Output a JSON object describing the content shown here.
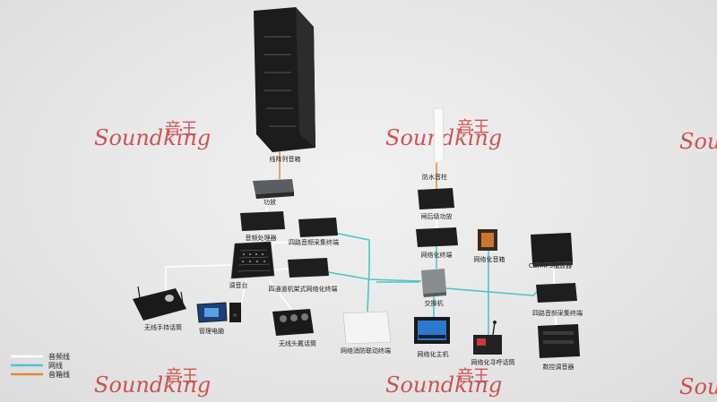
{
  "legend": [
    {
      "label": "音频线",
      "color": "#ffffff"
    },
    {
      "label": "网线",
      "color": "#4cc6c8"
    },
    {
      "label": "音箱线",
      "color": "#e08a3a"
    }
  ],
  "watermark": {
    "brand": "Soundking",
    "chinese": "音王"
  },
  "devices": {
    "line_array": "线阵列音箱",
    "amplifier": "功放",
    "waterproof_column": "防水音柱",
    "rear_amp": "闸后级功放",
    "audio_processor": "音频处理器",
    "four_ch_capture": "四路音频采集终端",
    "network_terminal": "网络化终端",
    "network_speaker": "网络化音箱",
    "cd_player": "CD/MP3播放器",
    "mixer": "调音台",
    "four_ch_mixer_terminal": "四通道机架式网络化终端",
    "switch": "交换机",
    "four_ch_capture_right": "四路音频采集终端",
    "wireless_handheld": "无线手持话筒",
    "admin_pc": "管理电脑",
    "wireless_headset": "无线头戴话筒",
    "fire_linkage": "网络消防联动终端",
    "network_host": "网络化主机",
    "paging_mic": "网络化寻呼话筒",
    "digital_mixer": "数控调音器"
  }
}
